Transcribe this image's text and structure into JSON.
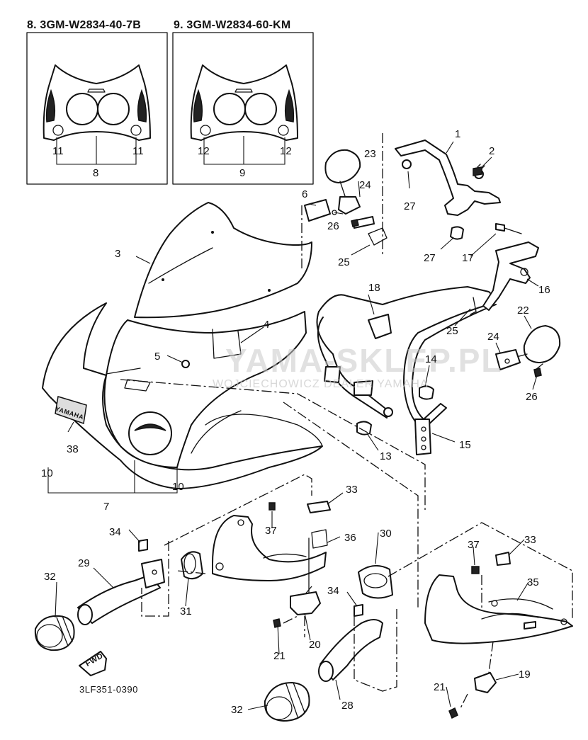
{
  "insets": [
    {
      "header": "8. 3GM-W2834-40-7B",
      "labels": [
        "11",
        "11",
        "8"
      ]
    },
    {
      "header": "9. 3GM-W2834-60-KM",
      "labels": [
        "12",
        "12",
        "9"
      ]
    }
  ],
  "callouts": {
    "c1": "1",
    "c2": "2",
    "c3": "3",
    "c4": "4",
    "c5": "5",
    "c6": "6",
    "c7": "7",
    "c10a": "10",
    "c10b": "10",
    "c13": "13",
    "c14": "14",
    "c15": "15",
    "c16": "16",
    "c17": "17",
    "c18": "18",
    "c19": "19",
    "c20": "20",
    "c21a": "21",
    "c21b": "21",
    "c22": "22",
    "c23": "23",
    "c24a": "24",
    "c24b": "24",
    "c25a": "25",
    "c25b": "25",
    "c26a": "26",
    "c26b": "26",
    "c27a": "27",
    "c27b": "27",
    "c28": "28",
    "c29": "29",
    "c30": "30",
    "c31": "31",
    "c32a": "32",
    "c32b": "32",
    "c33a": "33",
    "c33b": "33",
    "c34a": "34",
    "c34b": "34",
    "c35": "35",
    "c36": "36",
    "c37a": "37",
    "c37b": "37",
    "c38": "38"
  },
  "fwd_label": "FWD",
  "diagram_code": "3LF351-0390",
  "badge_text": "YAMAHA",
  "watermark": {
    "title": "YAMA-SKLEP.PL",
    "subtitle": "WOJCIECHOWICZ DEALER YAMAHA"
  }
}
